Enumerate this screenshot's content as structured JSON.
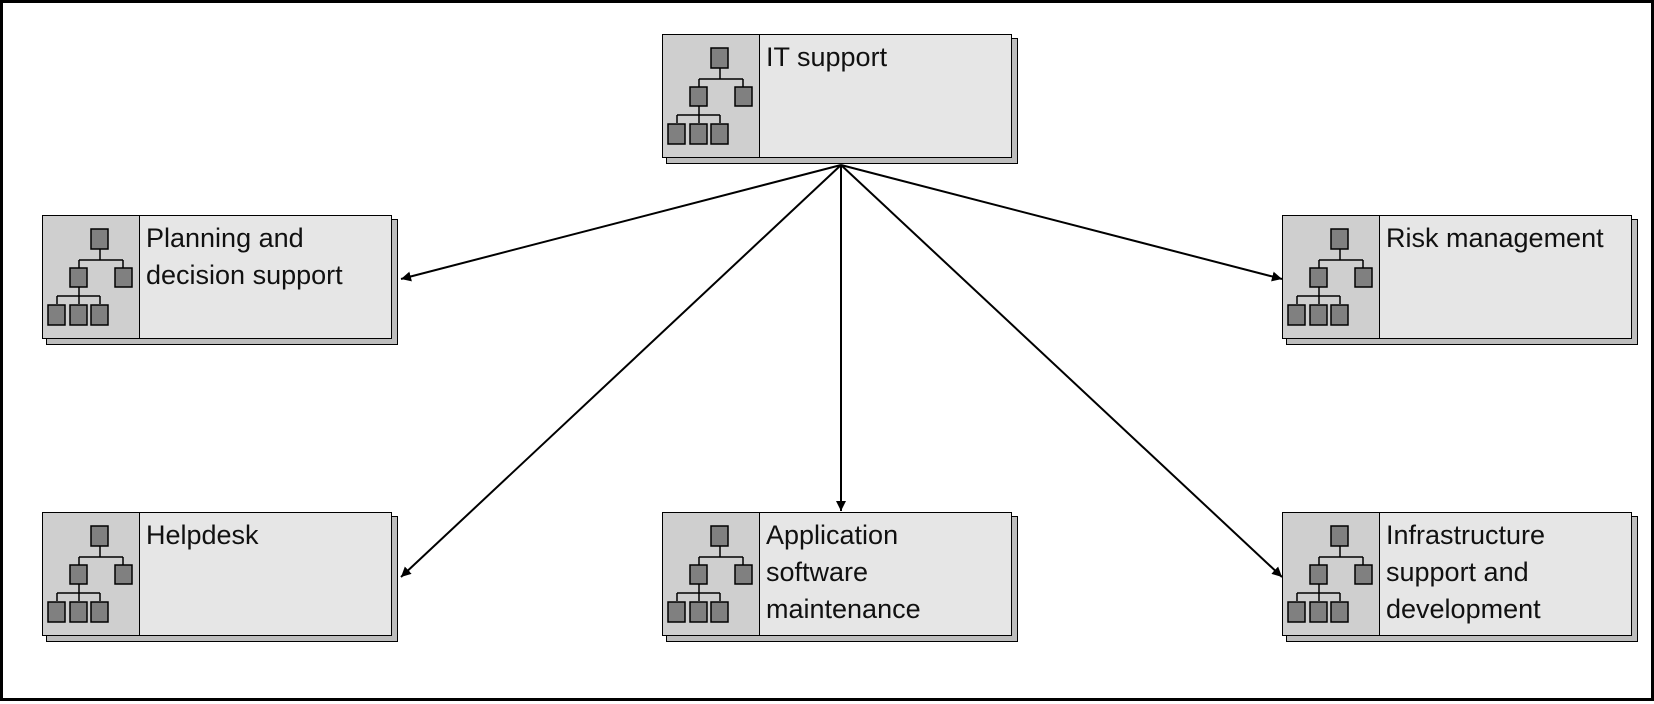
{
  "diagram": {
    "type": "org-chart",
    "nodes": [
      {
        "id": "it-support",
        "label": "IT support"
      },
      {
        "id": "planning",
        "label": "Planning and\ndecision support"
      },
      {
        "id": "risk",
        "label": "Risk management"
      },
      {
        "id": "helpdesk",
        "label": "Helpdesk"
      },
      {
        "id": "appsoft",
        "label": "Application\nsoftware\nmaintenance"
      },
      {
        "id": "infra",
        "label": "Infrastructure\nsupport and\ndevelopment"
      }
    ],
    "edges": [
      {
        "from": "it-support",
        "to": "planning"
      },
      {
        "from": "it-support",
        "to": "risk"
      },
      {
        "from": "it-support",
        "to": "helpdesk"
      },
      {
        "from": "it-support",
        "to": "appsoft"
      },
      {
        "from": "it-support",
        "to": "infra"
      }
    ]
  },
  "colors": {
    "node_fill": "#e6e6e6",
    "icon_fill": "#cfcfcf",
    "line": "#000000"
  },
  "icon_name": "org-chart-icon"
}
